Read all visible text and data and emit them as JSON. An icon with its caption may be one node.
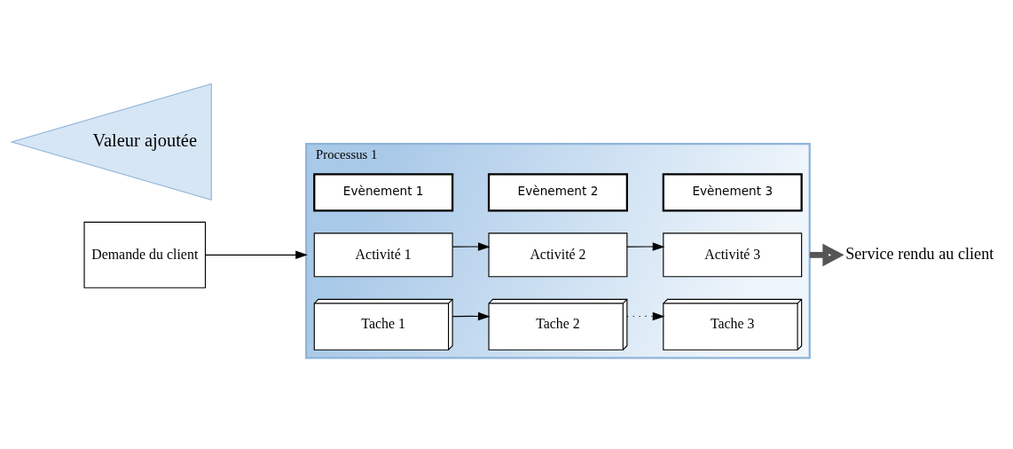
{
  "diagram": {
    "nodes": [
      {
        "text": [
          "Processus 1"
        ]
      },
      {
        "text": [
          "Demande du client"
        ]
      },
      {
        "text": [
          "Evènement 1"
        ],
        "in": 0
      },
      {
        "text": [
          "Evènement 2"
        ],
        "in": 0
      },
      {
        "text": [
          "Evènement 3"
        ],
        "in": 0
      },
      {
        "text": [
          "Activité 1"
        ],
        "in": 0
      },
      {
        "text": [
          "Activité 2"
        ],
        "in": 0
      },
      {
        "text": [
          "Activité 3"
        ],
        "in": 0
      },
      {
        "text": [
          "Tache 1"
        ],
        "in": 0
      },
      {
        "text": [
          "Tache 2"
        ],
        "in": 0
      },
      {
        "text": [
          "Tache 3"
        ],
        "in": 0
      },
      {
        "text": [
          "Service rendu au client"
        ]
      },
      {
        "text": [
          "Valeur ajoutée"
        ]
      }
    ],
    "edges": [
      {
        "from": 1,
        "to": 0,
        "arrow": "to"
      },
      {
        "from": 5,
        "to": 6,
        "arrow": "to"
      },
      {
        "from": 6,
        "to": 7,
        "arrow": "to"
      },
      {
        "from": 8,
        "to": 9,
        "arrow": "to"
      },
      {
        "from": 9,
        "to": 10,
        "arrow": "to",
        "style": "dashed"
      },
      {
        "from": 0,
        "to": 11,
        "arrow": "to",
        "style": "thick"
      }
    ]
  }
}
